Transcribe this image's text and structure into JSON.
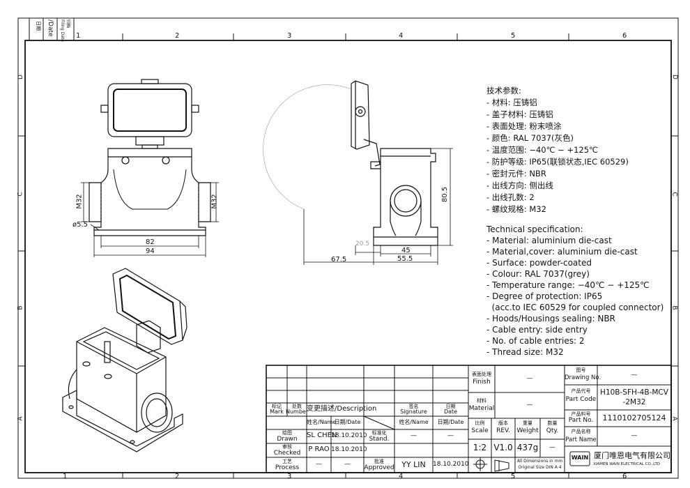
{
  "frame": {
    "columns": [
      "1",
      "2",
      "3",
      "4",
      "5",
      "6"
    ],
    "rows": [
      "D",
      "C",
      "B",
      "A"
    ],
    "corner_cn": "日期",
    "corner_en": "/Date",
    "filing_cn": "归档",
    "filing_en": "Filing Date"
  },
  "dims": {
    "m32_left": "M32",
    "m32_right": "M32",
    "hole": "ø5.5",
    "w82": "82",
    "w94": "94",
    "h80": "80.5",
    "s20": "20.5",
    "s45": "45",
    "s55": "55.5",
    "s67": "67.5"
  },
  "specs_cn": {
    "title": "技术参数:",
    "items": [
      "- 材料: 压铸铝",
      "- 盖子材料: 压铸铝",
      "- 表面处理: 粉末喷涂",
      "- 颜色: RAL 7037(灰色)",
      "- 温度范围: −40℃ − +125℃",
      "- 防护等级: IP65(联锁状态,IEC 60529)",
      "- 密封元件: NBR",
      "- 出线方向: 侧出线",
      "- 出线孔数: 2",
      "- 螺纹规格: M32"
    ]
  },
  "specs_en": {
    "title": "Technical specification:",
    "items": [
      "- Material: aluminium die-cast",
      "- Material,cover: aluminium die-cast",
      "- Surface: powder-coated",
      "- Colour: RAL 7037(grey)",
      "- Temperature range: −40℃ − +125℃",
      "- Degree of protection: IP65",
      "  (acc.to IEC 60529 for coupled connector)",
      "- Hoods/Housings sealing: NBR",
      "- Cable entry: side entry",
      "- No. of cable entries: 2",
      "- Thread size: M32"
    ]
  },
  "title_block": {
    "mark_cn": "标记",
    "mark_en": "Mark",
    "number_cn": "处数",
    "number_en": "Number",
    "desc": "变更描述/Description",
    "sig_cn": "签名",
    "sig_en": "Signature",
    "date_cn": "日期",
    "date_en": "Date",
    "name_date_1": "姓名/Name",
    "name_date_2": "日期/Date",
    "name_date_3": "姓名/Name",
    "name_date_4": "日期/Date",
    "drawn_cn": "绘图",
    "drawn_en": "Drawn",
    "drawn_name": "SL CHEN",
    "drawn_date": "18.10.2010",
    "stand_cn": "标准化",
    "stand_en": "Stand.",
    "stand_name": "—",
    "stand_date": "—",
    "checked_cn": "审核",
    "checked_en": "Checked",
    "checked_name": "P RAO",
    "checked_date": "18.10.2010",
    "process_cn": "工艺",
    "process_en": "Process",
    "process_name": "—",
    "process_date": "—",
    "approved_cn": "批准",
    "approved_en": "Approved",
    "approved_name": "YY LIN",
    "approved_date": "18.10.2010",
    "finish_cn": "表面处理",
    "finish_en": "Finish",
    "finish_val": "—",
    "material_cn": "材料",
    "material_en": "Material",
    "material_val": "—",
    "scale_cn": "比例",
    "scale_en": "Scale",
    "scale_val": "1:2",
    "rev_cn": "版本",
    "rev_en": "REV.",
    "rev_val": "V1.0",
    "weight_cn": "重量",
    "weight_en": "Weight",
    "weight_val": "437g",
    "qty_cn": "数量",
    "qty_en": "Qty.",
    "qty_val": "—",
    "dims_note_1": "All Dimensions in mm",
    "dims_note_2": "Original Size DIN A 4",
    "drawing_no_cn": "图号",
    "drawing_no_en": "Drawing No.",
    "drawing_no_val": "—",
    "part_code_cn": "产品代号",
    "part_code_en": "Part Code",
    "part_code_val_1": "H10B-SFH-4B-MCV",
    "part_code_val_2": "-2M32",
    "part_no_cn": "产品料号",
    "part_no_en": "Part No.",
    "part_no_val": "1110102705124",
    "part_name_cn": "产品名称",
    "part_name_en": "Part Name",
    "part_name_val": "—",
    "logo": "WAIN",
    "company_cn": "厦门唯恩电气有限公司",
    "company_en": "XIAMEN WAIN ELECTRICAL CO.,LTD"
  }
}
